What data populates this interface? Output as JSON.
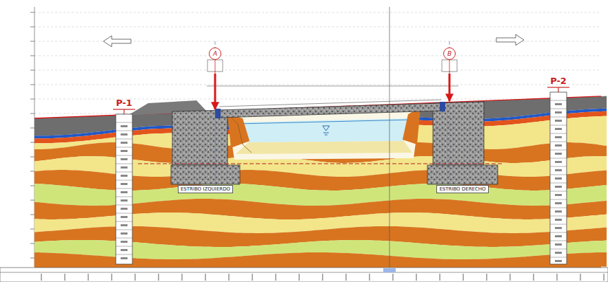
{
  "diagram": {
    "nodes": [
      {
        "text": [
          "A"
        ]
      },
      {
        "text": [
          "B"
        ]
      },
      {
        "text": [
          "ESTRIBO IZQUIERDO"
        ]
      },
      {
        "text": [
          "ESTRIBO DERECHO"
        ]
      },
      {
        "text": [
          "P-1"
        ]
      },
      {
        "text": [
          "P-2"
        ]
      }
    ],
    "edges": [
      {
        "from": 0,
        "to": 2,
        "arrow": "to"
      },
      {
        "from": 1,
        "to": 3,
        "arrow": "to"
      }
    ]
  }
}
